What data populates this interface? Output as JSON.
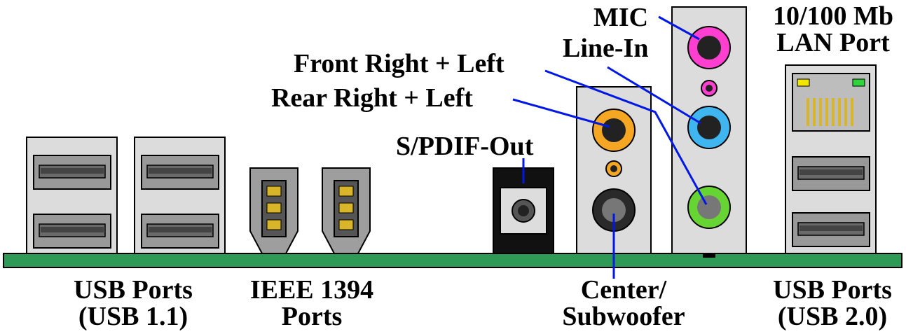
{
  "labels": {
    "mic": "MIC",
    "line_in": "Line-In",
    "lan_line1": "10/100 Mb",
    "lan_line2": "LAN Port",
    "front": "Front Right + Left",
    "rear": "Rear Right + Left",
    "spdif": "S/PDIF-Out",
    "usb11_line1": "USB Ports",
    "usb11_line2": "(USB 1.1)",
    "ieee_line1": "IEEE 1394",
    "ieee_line2": "Ports",
    "center_line1": "Center/",
    "center_line2": "Subwoofer",
    "usb20_line1": "USB Ports",
    "usb20_line2": "(USB 2.0)"
  },
  "colors": {
    "board": "#2e9a55",
    "port_panel": "#dcdcdc",
    "usb_slot": "#999999",
    "firewire_body": "#9e9e9e",
    "firewire_pins": "#d9b52a",
    "leader_line": "#0018e6",
    "jack_mic": "#ff3fcf",
    "jack_line_in": "#3fb6f0",
    "jack_front": "#66d433",
    "jack_rear": "#f5a623",
    "jack_small": "#f5a623",
    "jack_center": "#2a2a2a",
    "jack_small_mic": "#ff3fcf",
    "lan_led_left": "#f0e600",
    "lan_led_right": "#2fd43a",
    "lan_pins": "#d9b52a"
  }
}
